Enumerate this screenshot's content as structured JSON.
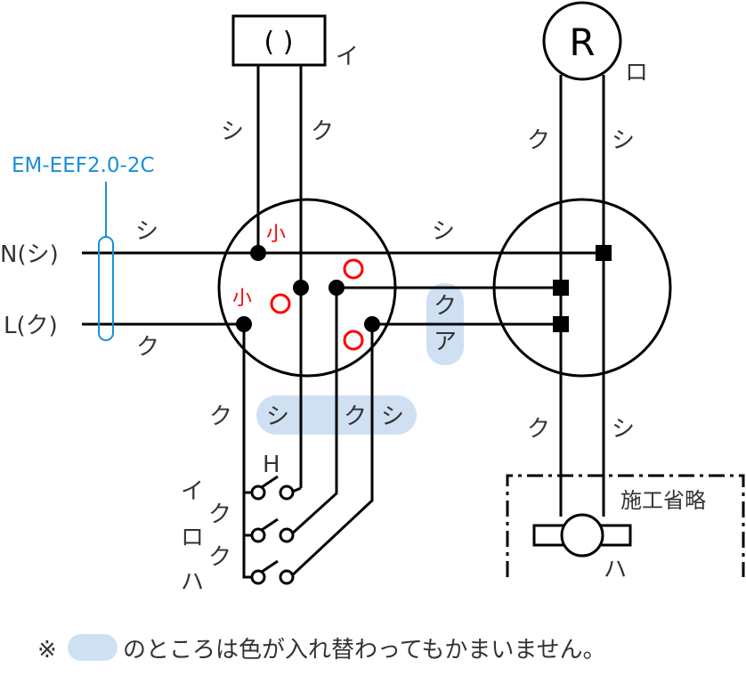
{
  "colors": {
    "line": "#000000",
    "text": "#333333",
    "sleeve": "#ff0000",
    "cable": "#1a8fd8",
    "highlight": "#cfe0f3"
  },
  "lamp_i": {
    "symbol": "( )",
    "label": "イ"
  },
  "lamp_ro": {
    "symbol": "R",
    "label": "ロ"
  },
  "cable": {
    "label": "EM-EEF2.0-2C"
  },
  "supply": {
    "n_label": "N(シ)",
    "l_label": "L(ク)"
  },
  "sleeve_labels": {
    "top": "小",
    "left": "小"
  },
  "wire_labels": {
    "lamp_i_left": "シ",
    "lamp_i_right": "ク",
    "supply_top": "シ",
    "supply_bottom": "ク",
    "mid_top": "シ",
    "mid_ku": "ク",
    "mid_a": "ア",
    "lamp_ro_left": "ク",
    "lamp_ro_right": "シ",
    "below_box1_1": "ク",
    "below_box1_2": "シ",
    "below_box1_3": "ク",
    "below_box1_4": "シ",
    "below_box2_left": "ク",
    "below_box2_right": "シ",
    "switch_ku1": "ク",
    "switch_ku2": "ク"
  },
  "switch": {
    "label": "H",
    "row_labels": [
      "イ",
      "ロ",
      "ハ"
    ]
  },
  "omitted": {
    "label": "施工省略",
    "outlet_label": "ハ"
  },
  "note": {
    "prefix": "※",
    "text": "のところは色が入れ替わってもかまいません。"
  }
}
